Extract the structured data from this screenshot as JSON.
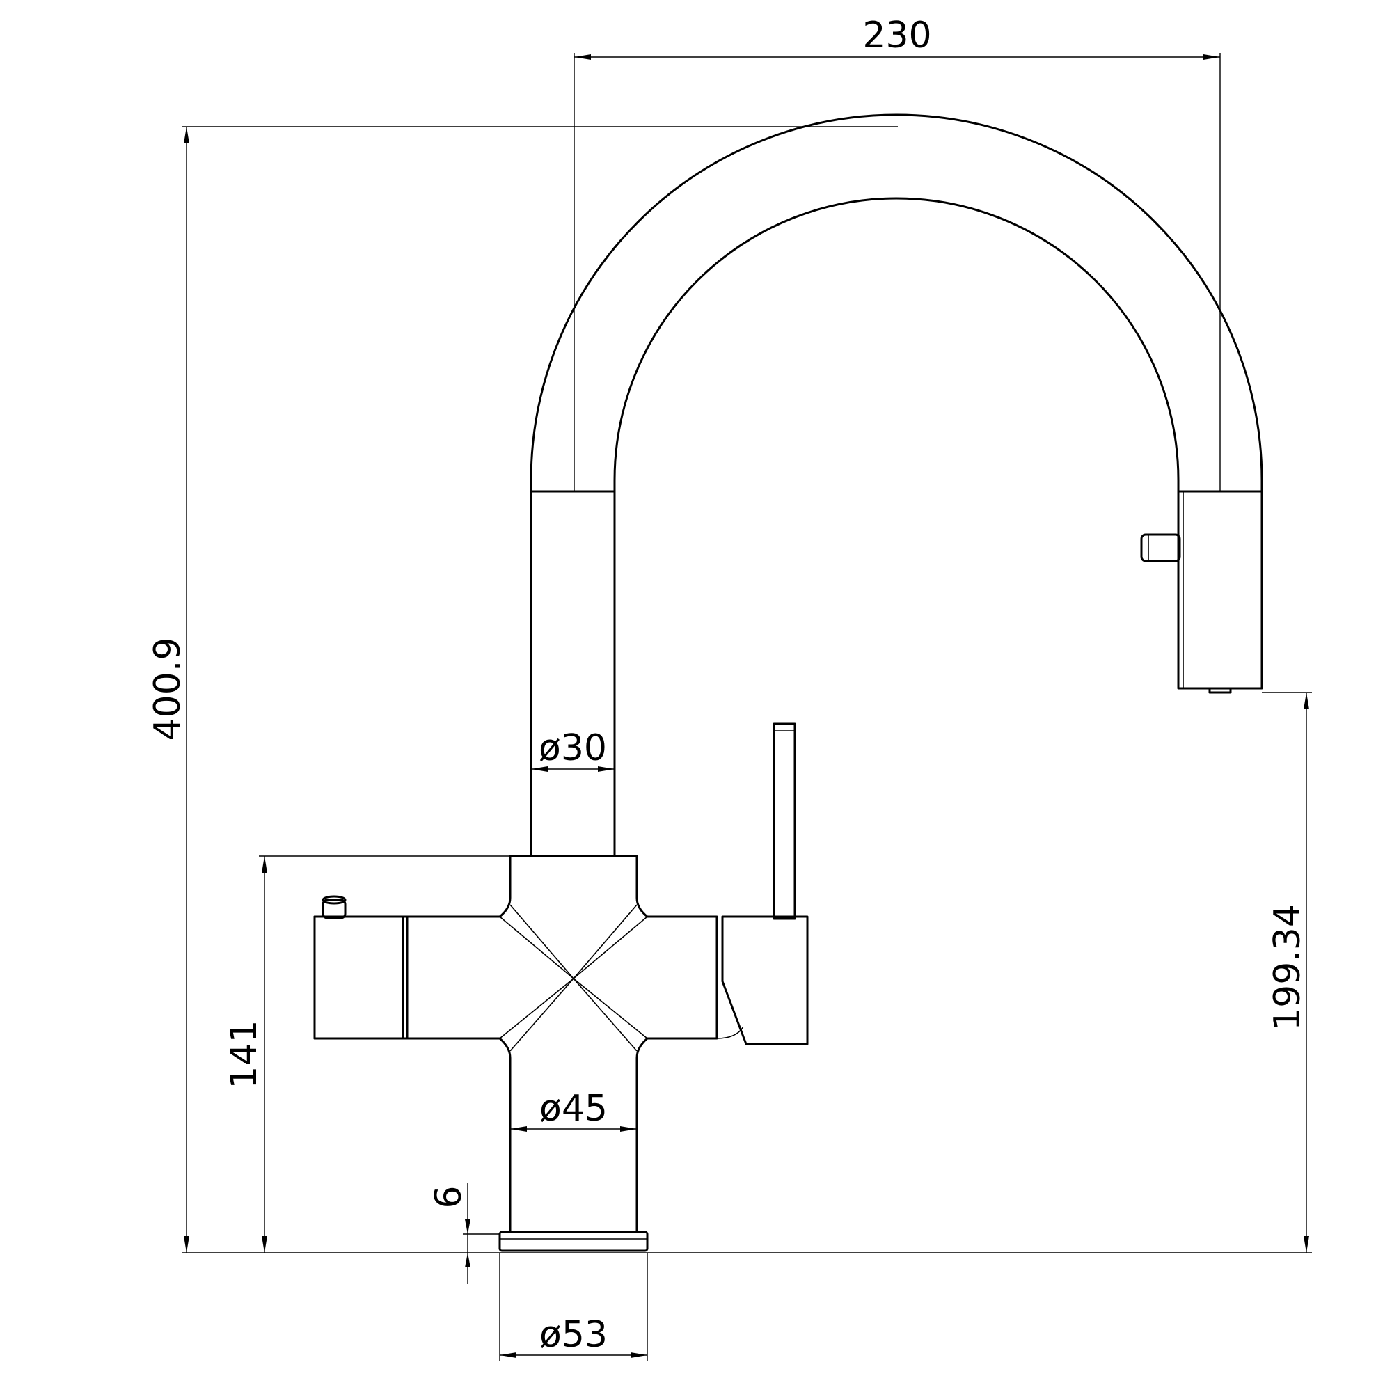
{
  "drawing": {
    "subject": "faucet-side-elevation",
    "line_color": "#000000",
    "background_color": "#ffffff"
  },
  "dimensions": {
    "reach": "230",
    "total_height": "400.9",
    "spout_outlet_height": "199.34",
    "body_height": "141",
    "spout_diameter": "ø30",
    "body_diameter": "ø45",
    "base_thickness": "6",
    "base_diameter": "ø53"
  }
}
